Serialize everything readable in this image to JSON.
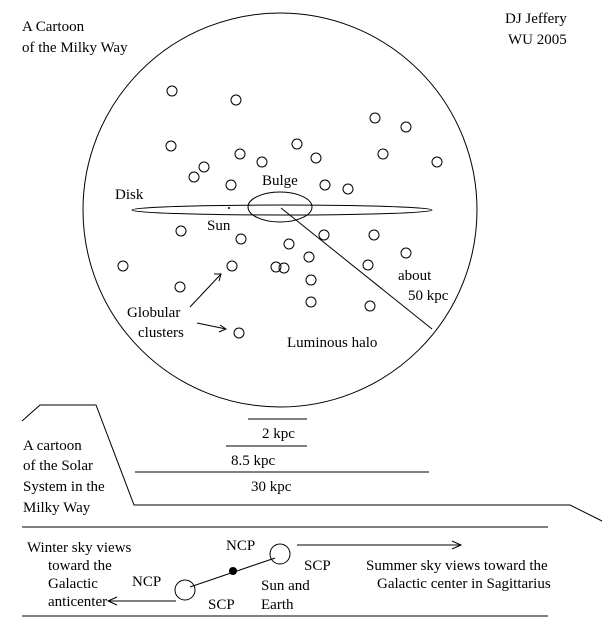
{
  "title": [
    "A Cartoon",
    "of the Milky Way"
  ],
  "author": [
    "DJ Jeffery",
    "WU 2005"
  ],
  "labels": {
    "disk": "Disk",
    "bulge": "Bulge",
    "sun": "Sun",
    "about": "about",
    "radius": "50 kpc",
    "globular": [
      "Globular",
      "clusters"
    ],
    "halo": "Luminous halo"
  },
  "solar_caption": [
    "A cartoon",
    "of the Solar",
    "System in the",
    "Milky Way"
  ],
  "scales": [
    "2 kpc",
    "8.5 kpc",
    "30 kpc"
  ],
  "sky": {
    "winter": [
      "Winter sky views",
      "toward the",
      "Galactic",
      "anticenter"
    ],
    "summer": [
      "Summer sky views toward the",
      "Galactic center in Sagittarius"
    ],
    "ncp": "NCP",
    "scp": "SCP",
    "sun_earth": [
      "Sun and",
      "Earth"
    ]
  }
}
